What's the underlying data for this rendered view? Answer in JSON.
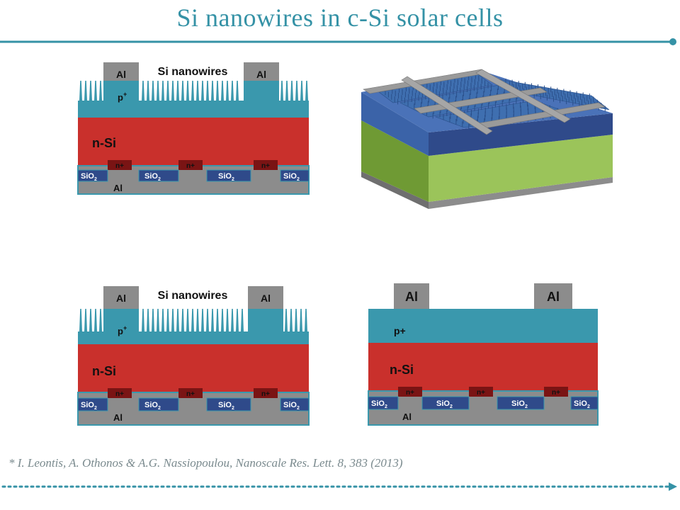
{
  "title": "Si nanowires in c-Si solar cells",
  "citation": "* I. Leontis, A. Othonos & A.G. Nassiopoulou, Nanoscale Res. Lett. 8, 383 (2013)",
  "colors": {
    "accent": "#3592a6",
    "p_layer": "#3a98ad",
    "n_si": "#c9302c",
    "oxide": "#2f4a8a",
    "n_plus": "#7a1414",
    "metal": "#8c8c8c",
    "substrate_green": "#9bc45a",
    "nanowire_blue": "#3b63a8"
  },
  "labels": {
    "al": "Al",
    "nanowires": "Si nanowires",
    "p_plus_sup": "p",
    "p_plus_sup_mark": "+",
    "p_plus": "p+",
    "n_si": "n-Si",
    "n_plus": "n+",
    "sio2_base": "SiO",
    "sio2_sub": "2"
  }
}
